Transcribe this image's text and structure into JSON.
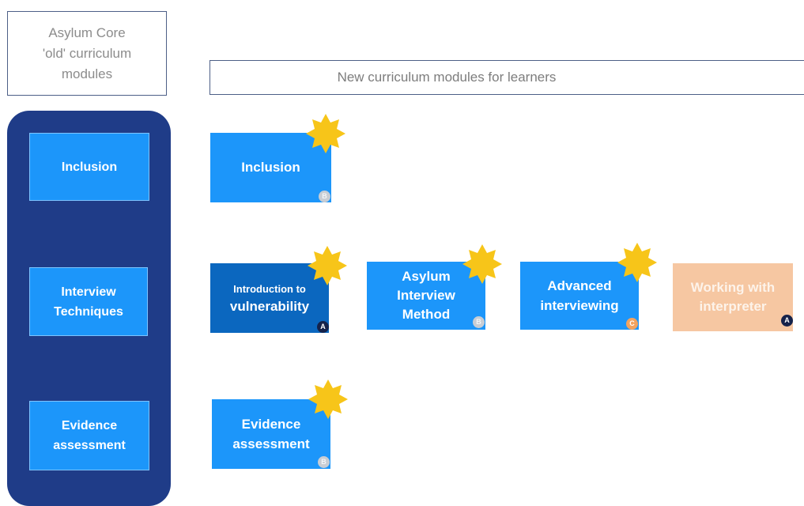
{
  "old_header": {
    "line1": "Asylum Core",
    "line2": "'old' curriculum",
    "line3": "modules"
  },
  "new_header": {
    "label": "New curriculum modules for learners"
  },
  "old_modules": [
    {
      "line1": "Inclusion",
      "line2": ""
    },
    {
      "line1": "Interview",
      "line2": "Techniques"
    },
    {
      "line1": "Evidence",
      "line2": "assessment"
    }
  ],
  "new_modules": {
    "inclusion": {
      "line1": "Inclusion",
      "badge": "B"
    },
    "intro_vulnerability": {
      "line1": "Introduction to",
      "line2": "vulnerability",
      "badge": "A"
    },
    "asylum_interview": {
      "line1": "Asylum",
      "line2": "Interview",
      "line3": "Method",
      "badge": "B"
    },
    "advanced_interviewing": {
      "line1": "Advanced",
      "line2": "interviewing",
      "badge": "C"
    },
    "working_interpreter": {
      "line1": "Working with",
      "line2": "interpreter",
      "badge": "A"
    },
    "evidence_assessment": {
      "line1": "Evidence",
      "line2": "assessment",
      "badge": "B"
    }
  },
  "colors": {
    "navy_panel": "#1f3c88",
    "module_light_blue": "#1c96fa",
    "module_dark_blue": "#0b67bf",
    "module_peach": "#f6c7a2",
    "star_yellow": "#f7c519",
    "badge_a": "#15224a",
    "badge_b": "#c8cdd4",
    "badge_c": "#f3a35f"
  },
  "icons": [
    "star-icon",
    "level-badge"
  ]
}
